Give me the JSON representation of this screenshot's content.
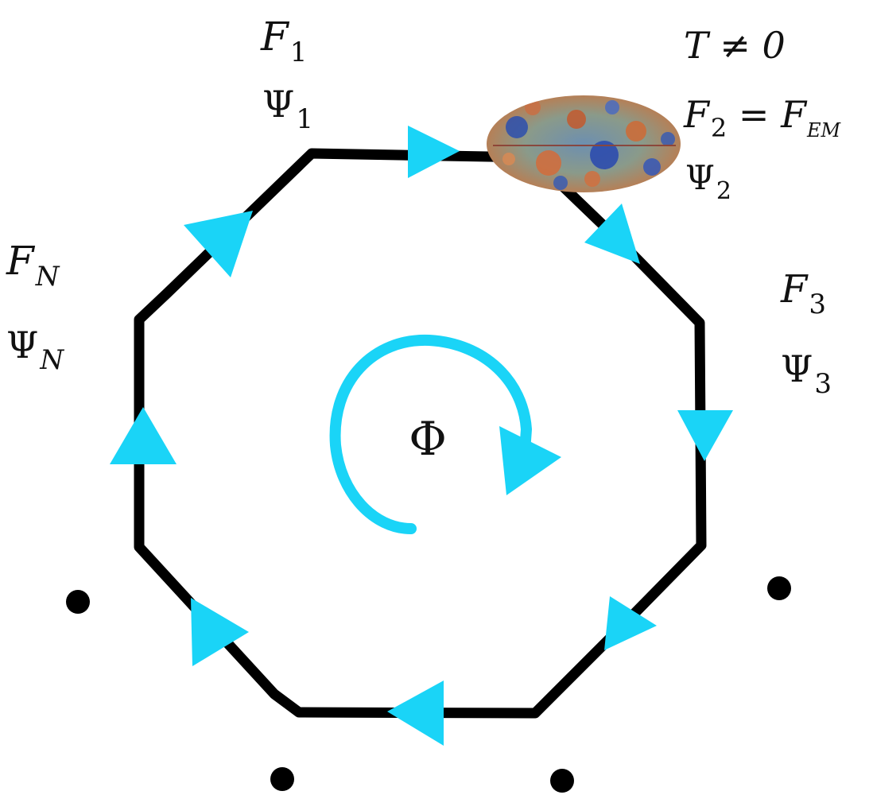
{
  "colors": {
    "background": "#ffffff",
    "cycle": "#000000",
    "arrow": "#1ad4f7",
    "text": "#111111"
  },
  "labels": {
    "f1": {
      "main": "F",
      "sub": "1"
    },
    "psi1": {
      "main": "Ψ",
      "sub": "1"
    },
    "temperature": "T ≠ 0",
    "f2": {
      "main": "F",
      "sub": "2",
      "eq": " = F",
      "sub2": "EM"
    },
    "psi2": {
      "main": "Ψ",
      "sub": "2"
    },
    "f3": {
      "main": "F",
      "sub": "3"
    },
    "psi3": {
      "main": "Ψ",
      "sub": "3"
    },
    "fn": {
      "main": "F",
      "sub": "N"
    },
    "psin": {
      "main": "Ψ",
      "sub": "N"
    },
    "flux": "Φ"
  },
  "icons": {
    "cmb_map": "cosmic-microwave-background-sky-map",
    "flow_arrow": "triangle-arrowhead",
    "ellipsis": "dot"
  }
}
